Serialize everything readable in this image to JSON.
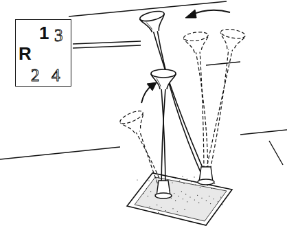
{
  "diagram": {
    "nodes": [
      {
        "text": [
          "1",
          "3",
          "R",
          "2",
          "4"
        ]
      }
    ]
  }
}
